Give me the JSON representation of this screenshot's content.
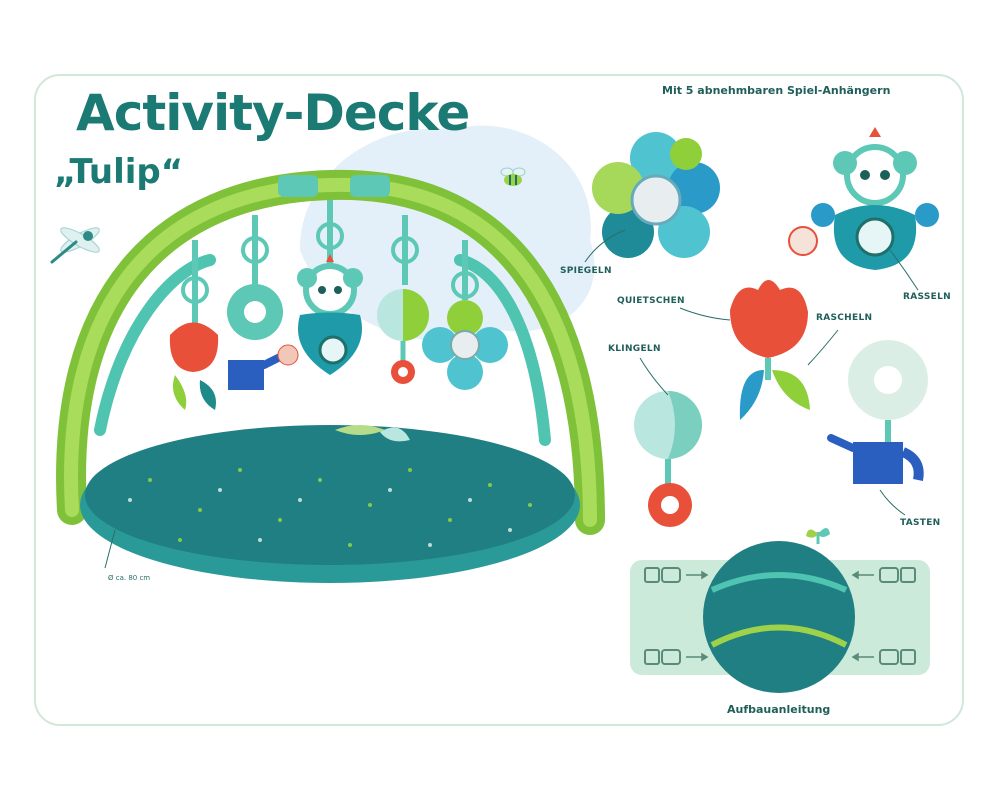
{
  "heading": {
    "title": "Activity-Decke",
    "subtitle": "„Tulip“"
  },
  "tagline": "Mit 5 abnehmbaren Spiel-Anhängern",
  "features": {
    "spiegeln": "SPIEGELN",
    "quietschen": "QUIETSCHEN",
    "rascheln": "RASCHELN",
    "rasseln": "RASSELN",
    "klingeln": "KLINGELN",
    "tasten": "TASTEN"
  },
  "diameter": "Ø ca. 80 cm",
  "assembly_label": "Aufbauanleitung",
  "colors": {
    "title": "#1b7a73",
    "arch_green": "#8fcf3a",
    "mat_teal": "#1f8a8a",
    "accent_red": "#e8503a",
    "accent_blue": "#2a5fc0"
  },
  "icons": [
    "dragonfly-icon",
    "bee-icon",
    "sprout-icon",
    "buckle-icon"
  ]
}
